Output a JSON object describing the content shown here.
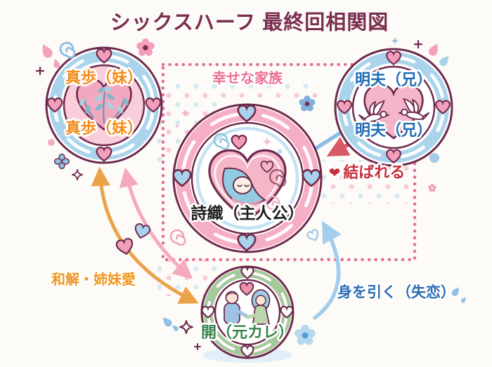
{
  "title": "シックスハーフ 最終回相関図",
  "family_box": {
    "label": "幸せな家族"
  },
  "characters": {
    "maho": {
      "label_top": "真歩（妹）",
      "label_bottom": "真歩（妹）"
    },
    "akio": {
      "label_top": "明夫（兄）",
      "label_bottom": "明夫（兄）"
    },
    "shiori": {
      "label": "詩織（主人公）"
    },
    "kai": {
      "label": "開（元カレ）"
    }
  },
  "relations": {
    "union": {
      "heart_icon": "❤",
      "label": "結ばれる"
    },
    "reconciliation": {
      "label": "和解・姉妹愛"
    },
    "heartbreak": {
      "label": "身を引く（失恋）"
    }
  },
  "colors": {
    "title": "#7a2e4f",
    "maho_label": "#f28c1b",
    "akio_label": "#1f6db6",
    "kai_label": "#35854b",
    "family_label": "#ec6f92",
    "union_label": "#c5313c",
    "reconciliation_label": "#ef9721",
    "heartbreak_label": "#2d6cb3",
    "outline": "#6e2a4d",
    "ring_blue": "#a9d4ec",
    "ring_pink": "#f5aec3",
    "ring_green": "#a6c89b"
  }
}
